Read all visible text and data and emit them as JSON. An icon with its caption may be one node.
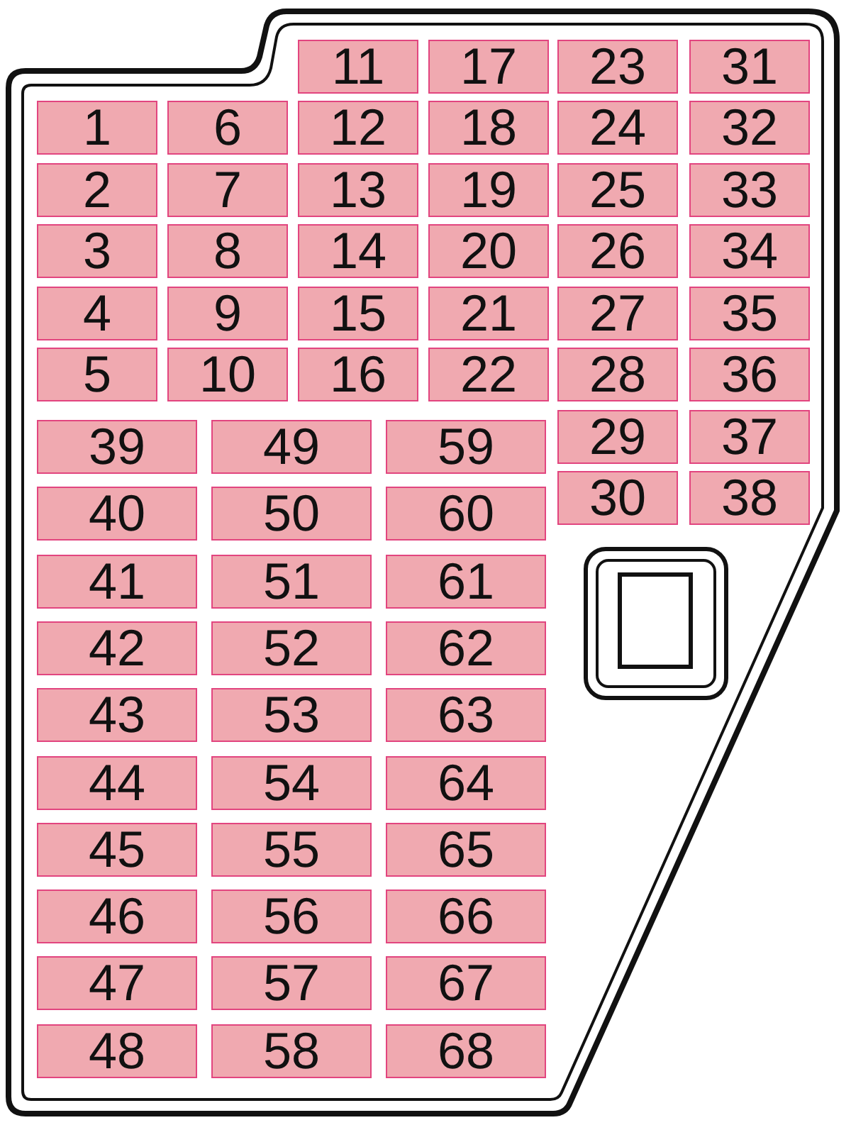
{
  "diagram": {
    "nodes": [
      {
        "text": [
          "1"
        ]
      },
      {
        "text": [
          "2"
        ]
      },
      {
        "text": [
          "3"
        ]
      },
      {
        "text": [
          "4"
        ]
      },
      {
        "text": [
          "5"
        ]
      },
      {
        "text": [
          "6"
        ]
      },
      {
        "text": [
          "7"
        ]
      },
      {
        "text": [
          "8"
        ]
      },
      {
        "text": [
          "9"
        ]
      },
      {
        "text": [
          "10"
        ]
      },
      {
        "text": [
          "11"
        ]
      },
      {
        "text": [
          "12"
        ]
      },
      {
        "text": [
          "13"
        ]
      },
      {
        "text": [
          "14"
        ]
      },
      {
        "text": [
          "15"
        ]
      },
      {
        "text": [
          "16"
        ]
      },
      {
        "text": [
          "17"
        ]
      },
      {
        "text": [
          "18"
        ]
      },
      {
        "text": [
          "19"
        ]
      },
      {
        "text": [
          "20"
        ]
      },
      {
        "text": [
          "21"
        ]
      },
      {
        "text": [
          "22"
        ]
      },
      {
        "text": [
          "23"
        ]
      },
      {
        "text": [
          "24"
        ]
      },
      {
        "text": [
          "25"
        ]
      },
      {
        "text": [
          "26"
        ]
      },
      {
        "text": [
          "27"
        ]
      },
      {
        "text": [
          "28"
        ]
      },
      {
        "text": [
          "29"
        ]
      },
      {
        "text": [
          "30"
        ]
      },
      {
        "text": [
          "31"
        ]
      },
      {
        "text": [
          "32"
        ]
      },
      {
        "text": [
          "33"
        ]
      },
      {
        "text": [
          "34"
        ]
      },
      {
        "text": [
          "35"
        ]
      },
      {
        "text": [
          "36"
        ]
      },
      {
        "text": [
          "37"
        ]
      },
      {
        "text": [
          "38"
        ]
      },
      {
        "text": [
          "39"
        ]
      },
      {
        "text": [
          "40"
        ]
      },
      {
        "text": [
          "41"
        ]
      },
      {
        "text": [
          "42"
        ]
      },
      {
        "text": [
          "43"
        ]
      },
      {
        "text": [
          "44"
        ]
      },
      {
        "text": [
          "45"
        ]
      },
      {
        "text": [
          "46"
        ]
      },
      {
        "text": [
          "47"
        ]
      },
      {
        "text": [
          "48"
        ]
      },
      {
        "text": [
          "49"
        ]
      },
      {
        "text": [
          "50"
        ]
      },
      {
        "text": [
          "51"
        ]
      },
      {
        "text": [
          "52"
        ]
      },
      {
        "text": [
          "53"
        ]
      },
      {
        "text": [
          "54"
        ]
      },
      {
        "text": [
          "55"
        ]
      },
      {
        "text": [
          "56"
        ]
      },
      {
        "text": [
          "57"
        ]
      },
      {
        "text": [
          "58"
        ]
      },
      {
        "text": [
          "59"
        ]
      },
      {
        "text": [
          "60"
        ]
      },
      {
        "text": [
          "61"
        ]
      },
      {
        "text": [
          "62"
        ]
      },
      {
        "text": [
          "63"
        ]
      },
      {
        "text": [
          "64"
        ]
      },
      {
        "text": [
          "65"
        ]
      },
      {
        "text": [
          "66"
        ]
      },
      {
        "text": [
          "67"
        ]
      },
      {
        "text": [
          "68"
        ]
      }
    ]
  }
}
